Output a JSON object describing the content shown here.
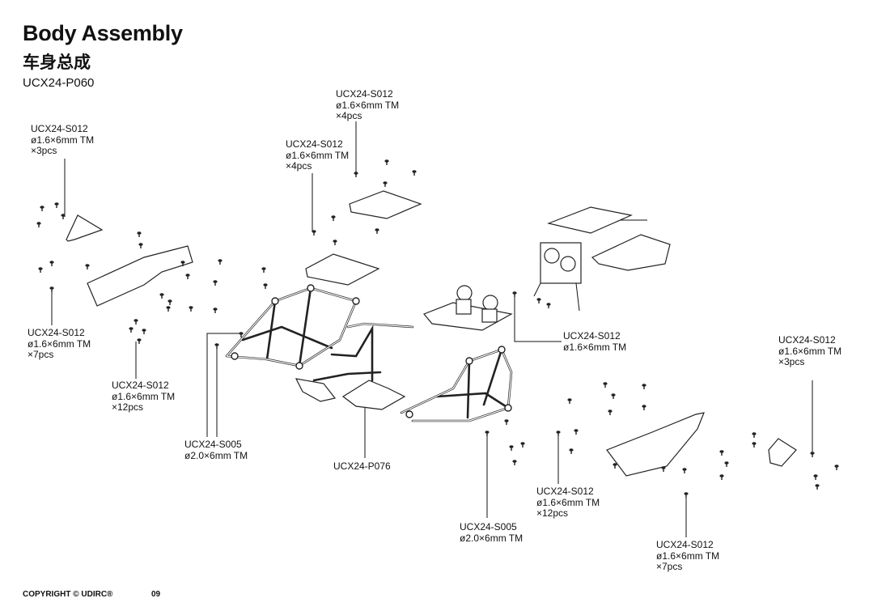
{
  "header": {
    "title_en": "Body Assembly",
    "title_zh": "车身总成",
    "part_number": "UCX24-P060"
  },
  "callouts": [
    {
      "id": "c1",
      "code": "UCX24-S012",
      "spec": "ø1.6×6mm TM",
      "qty": "×3pcs"
    },
    {
      "id": "c2",
      "code": "UCX24-S012",
      "spec": "ø1.6×6mm TM",
      "qty": "×4pcs"
    },
    {
      "id": "c3",
      "code": "UCX24-S012",
      "spec": "ø1.6×6mm TM",
      "qty": "×4pcs"
    },
    {
      "id": "c4",
      "code": "UCX24-S012",
      "spec": "ø1.6×6mm TM",
      "qty": "×7pcs"
    },
    {
      "id": "c5",
      "code": "UCX24-S012",
      "spec": "ø1.6×6mm TM",
      "qty": "×12pcs"
    },
    {
      "id": "c6",
      "code": "UCX24-S005",
      "spec": "ø2.0×6mm TM",
      "qty": ""
    },
    {
      "id": "c7",
      "code": "UCX24-P076",
      "spec": "",
      "qty": ""
    },
    {
      "id": "c8",
      "code": "UCX24-S012",
      "spec": "ø1.6×6mm TM",
      "qty": ""
    },
    {
      "id": "c9",
      "code": "UCX24-S012",
      "spec": "ø1.6×6mm TM",
      "qty": "×3pcs"
    },
    {
      "id": "c10",
      "code": "UCX24-S012",
      "spec": "ø1.6×6mm TM",
      "qty": "×12pcs"
    },
    {
      "id": "c11",
      "code": "UCX24-S005",
      "spec": "ø2.0×6mm TM",
      "qty": ""
    },
    {
      "id": "c12",
      "code": "UCX24-S012",
      "spec": "ø1.6×6mm TM",
      "qty": "×7pcs"
    }
  ],
  "footer": {
    "copyright": "COPYRIGHT © UDIRC®",
    "page": "09"
  }
}
